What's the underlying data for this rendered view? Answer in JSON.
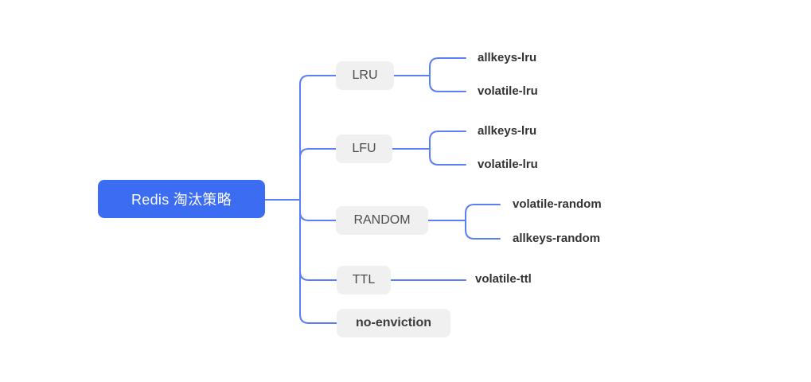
{
  "mindmap": {
    "root": {
      "label": "Redis 淘汰策略"
    },
    "branches": [
      {
        "label": "LRU",
        "children": [
          {
            "label": "allkeys-lru"
          },
          {
            "label": "volatile-lru"
          }
        ]
      },
      {
        "label": "LFU",
        "children": [
          {
            "label": "allkeys-lru"
          },
          {
            "label": "volatile-lru"
          }
        ]
      },
      {
        "label": "RANDOM",
        "children": [
          {
            "label": "volatile-random"
          },
          {
            "label": "allkeys-random"
          }
        ]
      },
      {
        "label": "TTL",
        "children": [
          {
            "label": "volatile-ttl"
          }
        ]
      },
      {
        "label": "no-enviction",
        "children": []
      }
    ]
  },
  "colors": {
    "root_bg": "#3b6cf1",
    "root_text": "#ffffff",
    "branch_bg": "#f0f0f1",
    "branch_text": "#4d4d4d",
    "leaf_text": "#333333",
    "link": "#5b7ef6",
    "background": "#ffffff"
  }
}
